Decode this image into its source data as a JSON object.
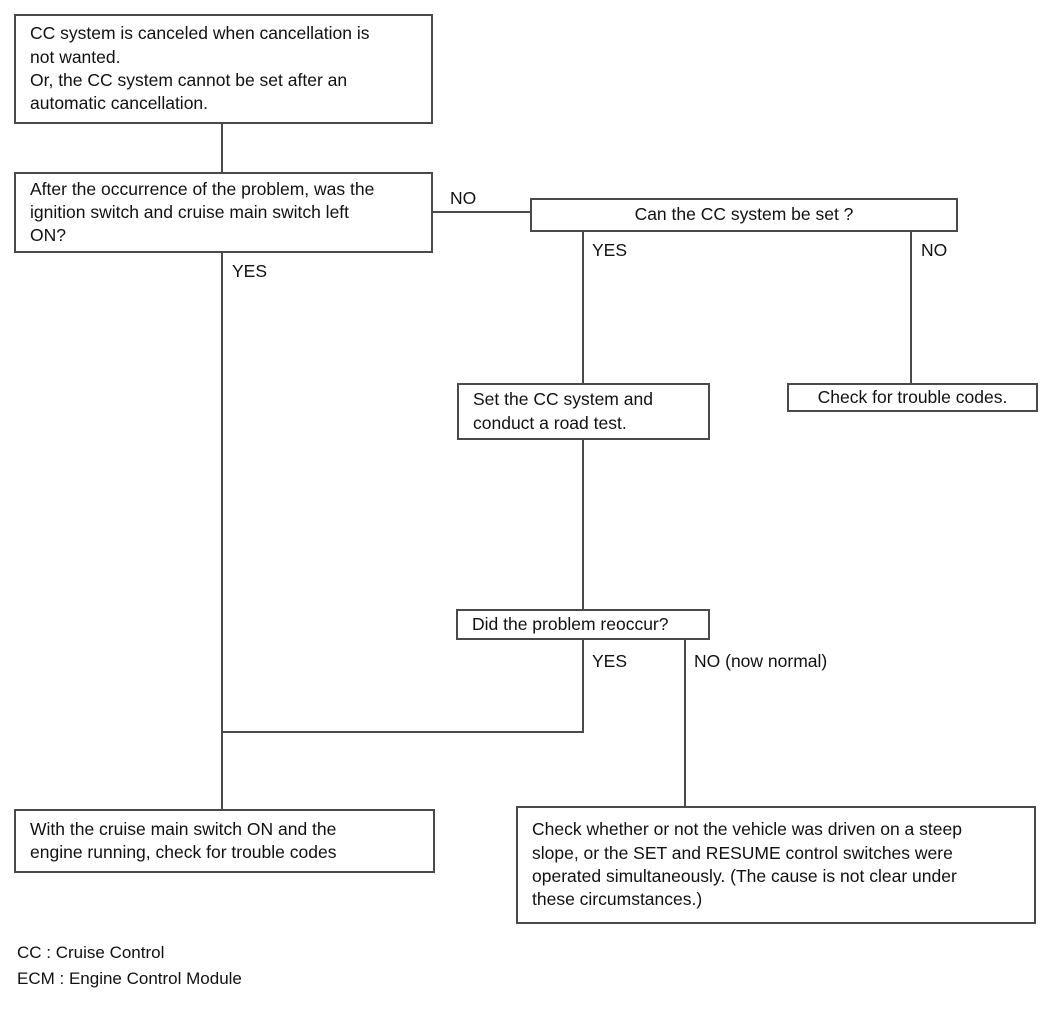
{
  "diagram": {
    "title": "CC system cancellation troubleshooting flowchart",
    "line_color": "#4a4a4a",
    "background": "#ffffff",
    "nodes": {
      "problem_statement": "CC system is canceled when cancellation is\nnot wanted.\nOr, the CC system cannot be set after an\nautomatic cancellation.",
      "ignition_question": "After the occurrence of the problem, was the\nignition switch and cruise main switch left\nON?",
      "can_set_question": "Can the CC system be set ?",
      "set_and_road_test": "Set the CC system and\nconduct a road test.",
      "check_trouble_codes": "Check for trouble codes.",
      "reoccur_question": "Did the problem reoccur?",
      "cruise_switch_on_check": "With the cruise main switch ON and the\nengine running, check for trouble codes",
      "steep_slope_check": "Check whether or not the vehicle was driven on a steep\nslope, or the SET and RESUME control switches were\noperated simultaneously. (The cause is not clear under\nthese circumstances.)"
    },
    "edge_labels": {
      "ignition_no": "NO",
      "ignition_yes": "YES",
      "can_set_yes": "YES",
      "can_set_no": "NO",
      "reoccur_yes": "YES",
      "reoccur_no": "NO (now normal)"
    },
    "legend": {
      "cc": "CC : Cruise Control",
      "ecm": "ECM : Engine Control Module"
    }
  }
}
